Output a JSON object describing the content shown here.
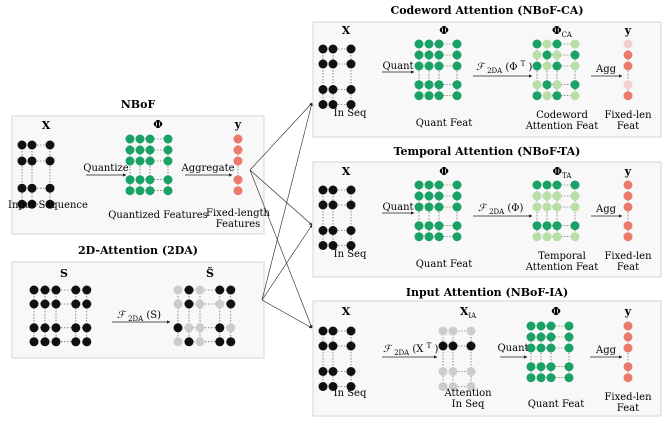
{
  "colors": {
    "black": "#111111",
    "green": "#1aa266",
    "light_green": "#b7dfa7",
    "salmon": "#ec7a6c",
    "pink": "#f4cfcf",
    "gray": "#cccccc",
    "panel_bg": "#f8f8f8",
    "panel_border": "#d6d6d6"
  },
  "nboF": {
    "title": "NBoF",
    "x_symbol": "X",
    "phi_symbol": "Φ",
    "y_symbol": "y",
    "quantize": "Quantize",
    "aggregate": "Aggregate",
    "input_seq": "Input Sequence",
    "quant_features": "Quantized Features",
    "fixed_len_1": "Fixed-length",
    "fixed_len_2": "Features"
  },
  "da2d": {
    "title": "2D-Attention (2DA)",
    "s_symbol": "S",
    "s_tilde_symbol": "S̃",
    "f_main": "ℱ",
    "f_sub": "2DA",
    "f_arg": "(S)"
  },
  "ca": {
    "title": "Codeword Attention (NBoF-CA)",
    "x_symbol": "X",
    "phi_symbol": "Φ",
    "phi_ca_main": "Φ",
    "phi_ca_sub": "CA",
    "y_symbol": "y",
    "quant": "Quant",
    "f_main": "ℱ",
    "f_sub": "2DA",
    "f_arg": "(Φ",
    "f_sup": "T",
    "f_close": ")",
    "agg": "Agg",
    "in_seq": "In Seq",
    "quant_feat": "Quant Feat",
    "cw_att_1": "Codeword",
    "cw_att_2": "Attention Feat",
    "fixed_1": "Fixed-len",
    "fixed_2": "Feat"
  },
  "ta": {
    "title": "Temporal Attention (NBoF-TA)",
    "x_symbol": "X",
    "phi_symbol": "Φ",
    "phi_ta_main": "Φ",
    "phi_ta_sub": "TA",
    "y_symbol": "y",
    "quant": "Quant",
    "f_main": "ℱ",
    "f_sub": "2DA",
    "f_arg": "(Φ)",
    "agg": "Agg",
    "in_seq": "In Seq",
    "quant_feat": "Quant Feat",
    "temp_att_1": "Temporal",
    "temp_att_2": "Attention Feat",
    "fixed_1": "Fixed-len",
    "fixed_2": "Feat"
  },
  "ia": {
    "title": "Input Attention (NBoF-IA)",
    "x_symbol": "X",
    "x_ia_main": "X",
    "x_ia_sub": "IA",
    "phi_symbol": "Φ",
    "y_symbol": "y",
    "f_main": "ℱ",
    "f_sub": "2DA",
    "f_arg": "(X",
    "f_sup": "T",
    "f_close": ")",
    "quant": "Quant",
    "agg": "Agg",
    "in_seq": "In Seq",
    "att_in_1": "Attention",
    "att_in_2": "In Seq",
    "quant_feat": "Quant Feat",
    "fixed_1": "Fixed-len",
    "fixed_2": "Feat"
  }
}
